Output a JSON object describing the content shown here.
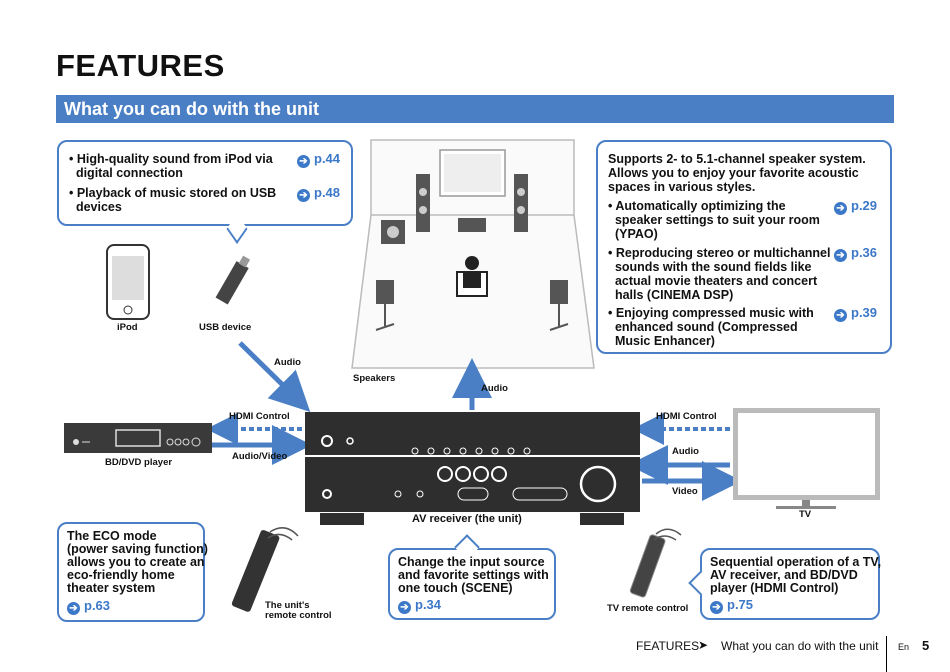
{
  "title": "FEATURES",
  "banner": "What you can do with the unit",
  "ipod_box": {
    "items": [
      {
        "text": "• High-quality sound from iPod via\n  digital connection",
        "ref": "p.44"
      },
      {
        "text": "• Playback of music stored on USB\n  devices",
        "ref": "p.48"
      }
    ]
  },
  "speaker_box": {
    "intro": "Supports 2- to 5.1-channel speaker system.\nAllows you to enjoy your favorite acoustic\nspaces in various styles.",
    "items": [
      {
        "text": "• Automatically optimizing the\n  speaker settings to suit your room\n  (YPAO)",
        "ref": "p.29"
      },
      {
        "text": "• Reproducing stereo or multichannel\n  sounds with the sound fields like\n  actual movie theaters and concert\n  halls (CINEMA DSP)",
        "ref": "p.36"
      },
      {
        "text": "• Enjoying compressed music with\n  enhanced sound (Compressed\n  Music Enhancer)",
        "ref": "p.39"
      }
    ]
  },
  "eco_box": {
    "text": "The ECO mode\n(power saving function)\nallows you to create an\neco-friendly home\ntheater system",
    "ref": "p.63"
  },
  "scene_box": {
    "text": "Change the input source\nand favorite settings with\none touch (SCENE)",
    "ref": "p.34"
  },
  "hdmi_box": {
    "text": "Sequential operation of a TV,\nAV receiver, and BD/DVD\nplayer (HDMI Control)",
    "ref": "p.75"
  },
  "labels": {
    "ipod": "iPod",
    "usb": "USB device",
    "audio_usb": "Audio",
    "speakers": "Speakers",
    "audio_speakers": "Audio",
    "hdmi_left": "HDMI Control",
    "audio_video": "Audio/Video",
    "bd": "BD/DVD player",
    "receiver": "AV receiver (the unit)",
    "hdmi_right": "HDMI Control",
    "audio_tv": "Audio",
    "video_tv": "Video",
    "tv": "TV",
    "remote": "The unit's\nremote control",
    "tv_remote": "TV remote control"
  },
  "footer": {
    "section": "FEATURES",
    "arrow": "➤",
    "sub": "What you can do with the unit",
    "lang": "En",
    "page": "5"
  },
  "colors": {
    "accent": "#4a7fc6",
    "ref": "#3c78c8",
    "device": "#333333"
  }
}
